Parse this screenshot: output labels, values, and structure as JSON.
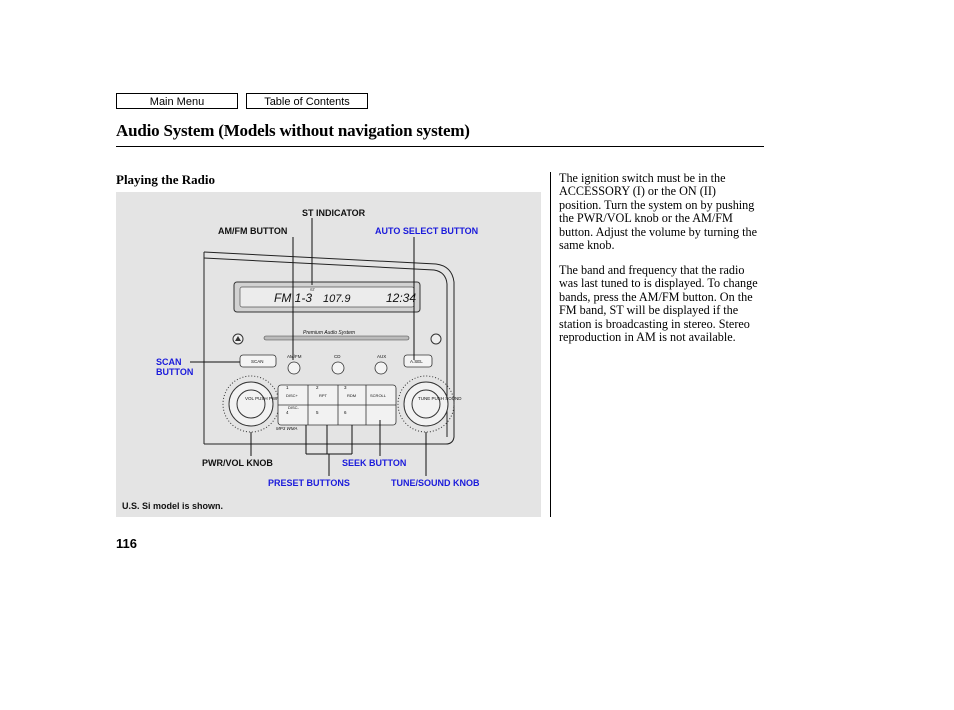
{
  "nav": {
    "main_menu": "Main Menu",
    "table_of_contents": "Table of Contents"
  },
  "page_title": "Audio System (Models without navigation system)",
  "section_heading": "Playing the Radio",
  "figure": {
    "callouts": {
      "st_indicator": "ST INDICATOR",
      "am_fm_button": "AM/FM BUTTON",
      "auto_select_button": "AUTO SELECT BUTTON",
      "scan_button_line1": "SCAN",
      "scan_button_line2": "BUTTON",
      "pwr_vol_knob": "PWR/VOL KNOB",
      "seek_button": "SEEK BUTTON",
      "preset_buttons": "PRESET BUTTONS",
      "tune_sound_knob": "TUNE/SOUND KNOB"
    },
    "caption": "U.S. Si model is shown.",
    "display": {
      "band": "FM 1-3",
      "frequency": "107.9",
      "clock": "12:34"
    },
    "panel_labels": {
      "brand": "Premium Audio System",
      "scan": "SCAN",
      "am_fm": "AM/FM",
      "cd": "CD",
      "aux": "AUX",
      "a_sel": "A.SEL",
      "disc_plus": "DISC+",
      "rpt": "RPT",
      "rdm": "RDM",
      "scroll": "SCROLL",
      "disc_minus": "DISC-",
      "vol_knob": "VOL PUSH PWR",
      "tune_knob": "TUNE PUSH SOUND",
      "mp3": "MP3 WMA",
      "preset_1": "1",
      "preset_2": "2",
      "preset_3": "3",
      "preset_4": "4",
      "preset_5": "5",
      "preset_6": "6"
    }
  },
  "paragraphs": [
    "The ignition switch must be in the ACCESSORY (I) or the ON (II) position. Turn the system on by pushing the PWR/VOL knob or the AM/FM button. Adjust the volume by turning the same knob.",
    "The band and frequency that the radio was last tuned to is displayed. To change bands, press the AM/FM button. On the FM band, ST will be displayed if the station is broadcasting in stereo. Stereo reproduction in AM is not available."
  ],
  "page_number": "116",
  "colors": {
    "callout_blue": "#1a1adb",
    "figure_bg": "#e4e4e4"
  }
}
